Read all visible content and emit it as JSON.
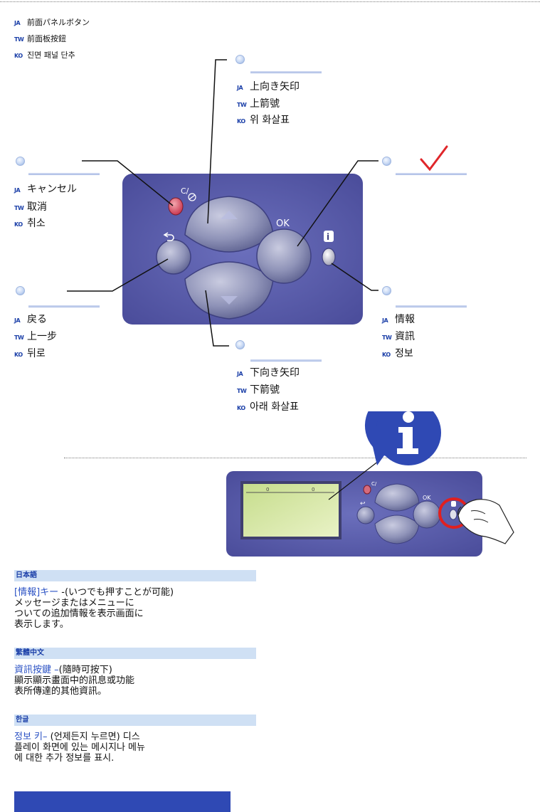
{
  "header": [
    {
      "tag": "JA",
      "text": "前面パネルボタン"
    },
    {
      "tag": "TW",
      "text": "前面板按鈕"
    },
    {
      "tag": "KO",
      "text": "진면 패널 단추"
    }
  ],
  "labels": {
    "up": [
      {
        "tag": "JA",
        "text": "上向き矢印"
      },
      {
        "tag": "TW",
        "text": "上箭號"
      },
      {
        "tag": "KO",
        "text": "위 화살표"
      }
    ],
    "cancel": [
      {
        "tag": "JA",
        "text": "キャンセル"
      },
      {
        "tag": "TW",
        "text": "取消"
      },
      {
        "tag": "KO",
        "text": "취소"
      }
    ],
    "back": [
      {
        "tag": "JA",
        "text": "戻る"
      },
      {
        "tag": "TW",
        "text": "上一步"
      },
      {
        "tag": "KO",
        "text": "뒤로"
      }
    ],
    "down": [
      {
        "tag": "JA",
        "text": "下向き矢印"
      },
      {
        "tag": "TW",
        "text": "下箭號"
      },
      {
        "tag": "KO",
        "text": "아래 화살표"
      }
    ],
    "info": [
      {
        "tag": "JA",
        "text": "情報"
      },
      {
        "tag": "TW",
        "text": "資訊"
      },
      {
        "tag": "KO",
        "text": "정보"
      }
    ]
  },
  "panel": {
    "ok_label": "OK",
    "cancel_symbol": "C/⊘",
    "back_symbol": "↩",
    "info_symbol": "i"
  },
  "lcd": {
    "indicator_left": "0",
    "indicator_right": "0",
    "ok_label": "OK"
  },
  "sections": [
    {
      "heading": "日本語",
      "lead": "[情報]キー",
      "dash": " -",
      "rest": "(いつでも押すことが可能)",
      "lines": [
        "メッセージまたはメニューに",
        "ついての追加情報を表示画面に",
        "表示します。"
      ]
    },
    {
      "heading": "繁體中文",
      "lead": "資訊按鍵",
      "dash": " –",
      "rest": "(隨時可按下)",
      "lines": [
        "顯示顯示畫面中的訊息或功能",
        "表所傳達的其他資訊。"
      ]
    },
    {
      "heading": "한글",
      "lead": "정보 키",
      "dash": "–",
      "rest": " (언제든지 누르면) 디스",
      "lines": [
        "플레이 화면에 있는 메시지나 메뉴",
        "에 대한 추가 정보를 표시."
      ]
    }
  ],
  "colors": {
    "panel": "#5557a6",
    "accent": "#2b52c4",
    "checkmark": "#e0262a",
    "highlight": "#e02020",
    "footer_bar": "#2f49b4"
  },
  "icons": [
    "checkmark-icon",
    "info-icon",
    "pointing-hand-icon"
  ]
}
